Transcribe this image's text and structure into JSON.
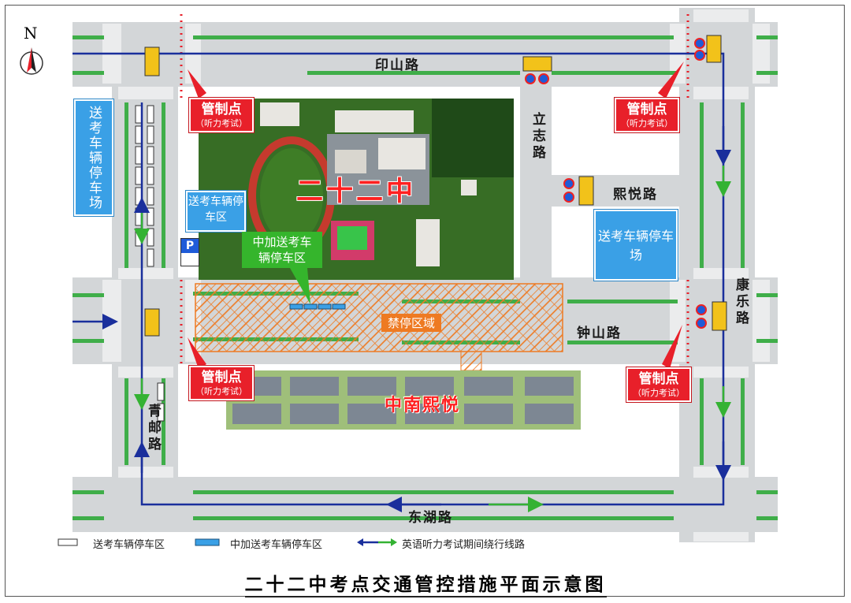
{
  "compass": {
    "label": "N"
  },
  "roads": {
    "yinshan": "印山路",
    "lizhi": "立志路",
    "xiyue": "熙悦路",
    "kangle": "康乐路",
    "zhongshan": "钟山路",
    "qingyou": "青邮路",
    "donghu": "东湖路"
  },
  "school": {
    "name": "二十二中"
  },
  "residential": {
    "name": "中南熙悦"
  },
  "control_points": [
    {
      "title": "管制点",
      "note": "（听力考试）"
    },
    {
      "title": "管制点",
      "note": "（听力考试）"
    },
    {
      "title": "管制点",
      "note": "（听力考试）"
    },
    {
      "title": "管制点",
      "note": "（听力考试）"
    }
  ],
  "parking": {
    "left_lot": "送考车辆停车场",
    "left_zone": "送考车辆停车区",
    "right_lot": "送考车辆停车场",
    "zhongjia_zone": "中加送考车辆停车区",
    "no_parking": "禁停区域",
    "p_sign": "P"
  },
  "legend": {
    "item1": "送考车辆停车区",
    "item2": "中加送考车辆停车区",
    "item3": "英语听力考试期间绕行线路"
  },
  "title": "二十二中考点交通管控措施平面示意图",
  "colors": {
    "road": "#d3d6d8",
    "green_strip": "#3fae49",
    "control_red": "#e8202a",
    "parking_blue": "#3aa0e6",
    "detour_blue": "#1a2f9c",
    "detour_green": "#34b233",
    "no_parking_orange": "#ee7a22"
  }
}
